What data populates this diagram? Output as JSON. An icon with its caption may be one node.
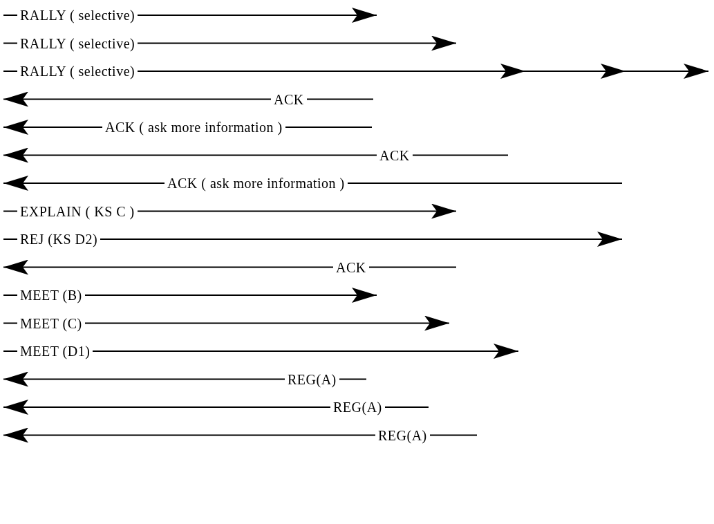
{
  "diagram": {
    "labels": [
      "RALLY ( selective)",
      "RALLY ( selective)",
      "RALLY ( selective)",
      "ACK",
      "ACK ( ask more information )",
      "ACK",
      "ACK ( ask more information )",
      "EXPLAIN ( KS C )",
      "REJ (KS D2)",
      "ACK",
      "MEET (B)",
      "MEET (C)",
      "MEET (D1)",
      "REG(A)",
      "REG(A)",
      "REG(A)"
    ]
  }
}
